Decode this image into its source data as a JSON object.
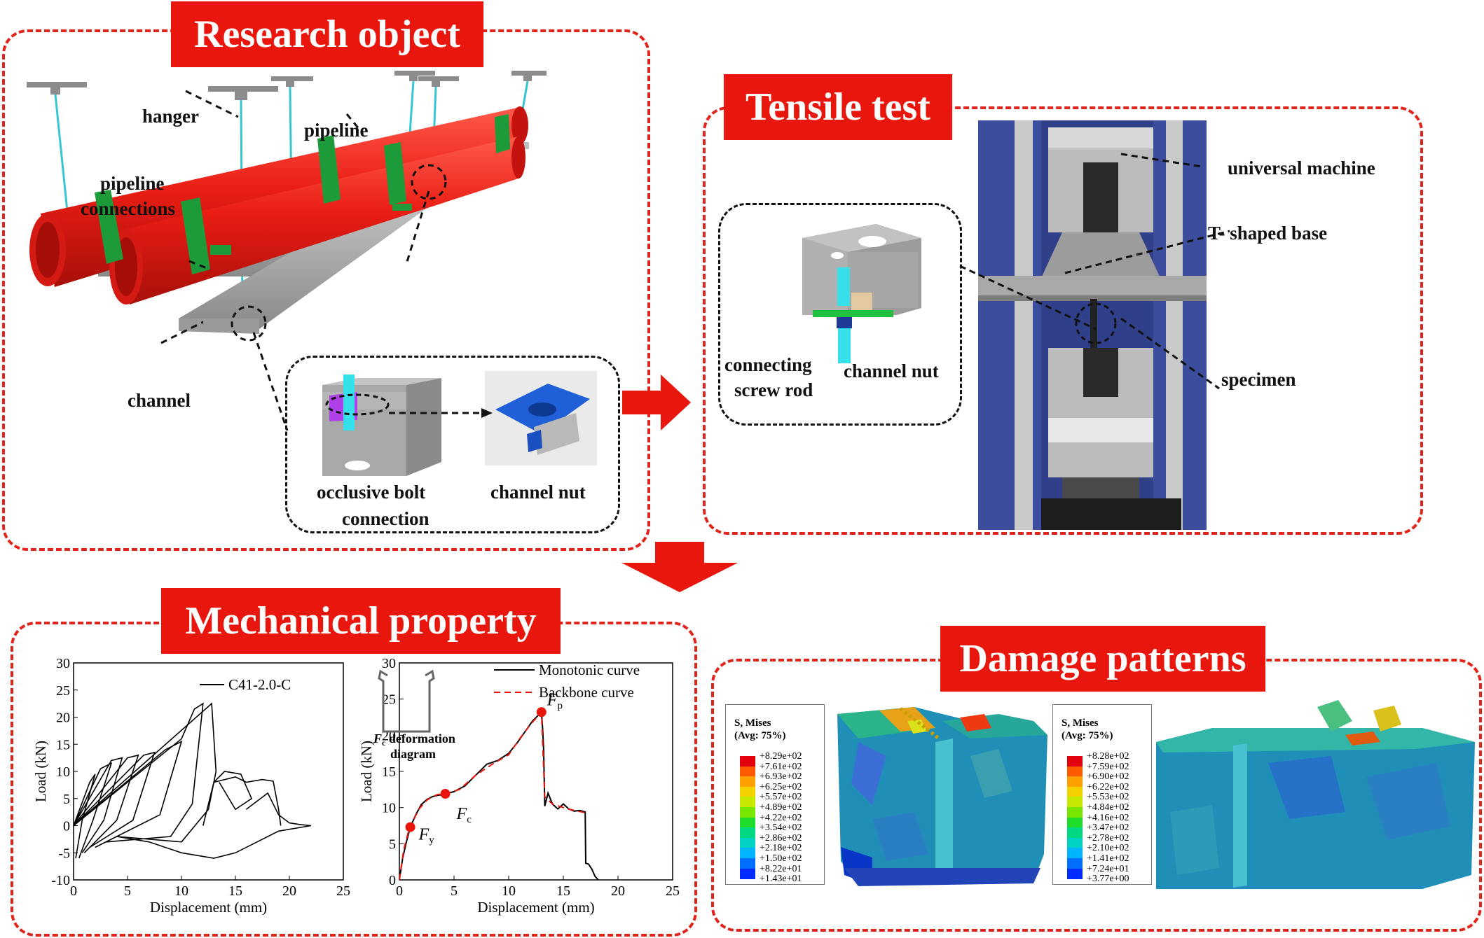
{
  "colors": {
    "accent": "#e8160c",
    "pipe": "#e8201c",
    "band": "#1d9a3a",
    "rod": "#35c6d2"
  },
  "panels": {
    "research": {
      "title": "Research object",
      "labels": {
        "hanger": "hanger",
        "pipeline": "pipeline",
        "pipeline_connections_1": "pipeline",
        "pipeline_connections_2": "connections",
        "channel": "channel",
        "occlusive_1": "occlusive bolt",
        "occlusive_2": "connection",
        "channel_nut": "channel nut"
      }
    },
    "tensile": {
      "title": "Tensile test",
      "labels": {
        "universal_machine": "universal  machine",
        "t_base": "T- shaped base",
        "specimen": "specimen",
        "connecting_1": "connecting",
        "connecting_2": "screw rod",
        "channel_nut": "channel nut"
      }
    },
    "mechanical": {
      "title": "Mechanical property"
    },
    "damage": {
      "title": "Damage patterns",
      "legend_left": {
        "title1": "S, Mises",
        "title2": "(Avg: 75%)",
        "values": [
          "+8.29e+02",
          "+7.61e+02",
          "+6.93e+02",
          "+6.25e+02",
          "+5.57e+02",
          "+4.89e+02",
          "+4.22e+02",
          "+3.54e+02",
          "+2.86e+02",
          "+2.18e+02",
          "+1.50e+02",
          "+8.22e+01",
          "+1.43e+01"
        ]
      },
      "legend_right": {
        "title1": "S, Mises",
        "title2": "(Avg: 75%)",
        "values": [
          "+8.28e+02",
          "+7.59e+02",
          "+6.90e+02",
          "+6.22e+02",
          "+5.53e+02",
          "+4.84e+02",
          "+4.16e+02",
          "+3.47e+02",
          "+2.78e+02",
          "+2.10e+02",
          "+1.41e+02",
          "+7.24e+01",
          "+3.77e+00"
        ]
      },
      "scale_colors": [
        "#e1000b",
        "#ff5a00",
        "#ff9f00",
        "#f4d200",
        "#c7e800",
        "#78e600",
        "#1fdc2a",
        "#00d882",
        "#00d3c4",
        "#00b4ff",
        "#006eff",
        "#002bff",
        "#0000c8"
      ]
    }
  },
  "chart_data": [
    {
      "type": "line",
      "xlabel": "Displacement (mm)",
      "ylabel": "Load (kN)",
      "xlim": [
        0,
        25
      ],
      "ylim": [
        -10,
        30
      ],
      "xticks": [
        "0",
        "5",
        "10",
        "15",
        "20",
        "25"
      ],
      "yticks": [
        "-10",
        "-5",
        "0",
        "5",
        "10",
        "15",
        "20",
        "25",
        "30"
      ],
      "legend": "C41-2.0-C",
      "legend_placement": "top-right",
      "loops": [
        {
          "x": [
            0,
            1.5,
            2,
            0.8,
            0.2
          ],
          "y": [
            0,
            8,
            9.5,
            1,
            -6
          ]
        },
        {
          "x": [
            0,
            2.5,
            3.5,
            1.8,
            0.5
          ],
          "y": [
            0,
            10.5,
            11.5,
            1,
            -6
          ]
        },
        {
          "x": [
            0,
            3.5,
            4.5,
            2.8,
            0.8
          ],
          "y": [
            0,
            12,
            12.5,
            1,
            -5
          ]
        },
        {
          "x": [
            0,
            5,
            6,
            4,
            1
          ],
          "y": [
            0,
            12.5,
            13,
            1,
            -5
          ]
        },
        {
          "x": [
            0,
            6.5,
            7.5,
            5.5,
            1.5
          ],
          "y": [
            0,
            13,
            13.5,
            1,
            -4
          ]
        },
        {
          "x": [
            0,
            8.5,
            10,
            8,
            2
          ],
          "y": [
            0,
            14,
            15.5,
            2,
            -4
          ]
        },
        {
          "x": [
            0,
            10,
            11.2,
            12,
            11,
            9,
            3
          ],
          "y": [
            0,
            16,
            21.5,
            22.5,
            4,
            -2,
            -3
          ]
        },
        {
          "x": [
            0,
            12.8,
            13.2,
            12.5,
            10,
            4
          ],
          "y": [
            0,
            22.5,
            10,
            3,
            -3,
            -2
          ]
        },
        {
          "x": [
            4,
            7,
            10,
            13,
            15,
            17,
            19,
            22
          ],
          "y": [
            -2,
            -3,
            -5,
            -6,
            -5,
            -3,
            -1,
            0
          ]
        },
        {
          "x": [
            12,
            13,
            15,
            16,
            17.5,
            18.5,
            19,
            19.2
          ],
          "y": [
            0,
            8,
            9,
            8,
            8.5,
            8.2,
            3,
            0
          ]
        },
        {
          "x": [
            13,
            14,
            15.5,
            16.5,
            15,
            13.5
          ],
          "y": [
            8,
            10,
            9.5,
            5,
            3,
            8
          ]
        },
        {
          "x": [
            16,
            17,
            18,
            19,
            20,
            21,
            22
          ],
          "y": [
            3,
            4.5,
            6,
            2,
            0.5,
            0.2,
            0
          ]
        }
      ]
    },
    {
      "type": "line",
      "xlabel": "Displacement (mm)",
      "ylabel": "Load (kN)",
      "xlim": [
        0,
        25
      ],
      "ylim": [
        0,
        30
      ],
      "xticks": [
        "0",
        "5",
        "10",
        "15",
        "20",
        "25"
      ],
      "yticks": [
        "0",
        "5",
        "10",
        "15",
        "20",
        "25",
        "30"
      ],
      "legend_placement": "top-right",
      "series": [
        {
          "name": "Monotonic curve",
          "style": "solid",
          "x": [
            0,
            0.3,
            0.6,
            1,
            1.5,
            2,
            2.5,
            3,
            3.5,
            4,
            5,
            6,
            7,
            8,
            9,
            10,
            10.8,
            11.5,
            12.2,
            13,
            13.1,
            13.2,
            13.3,
            13.6,
            14,
            14.5,
            15,
            15.5,
            16,
            16.5,
            17,
            17.05,
            17.3,
            17.6,
            17.9,
            18.2
          ],
          "y": [
            0,
            3,
            5,
            7.3,
            9,
            10.4,
            11.1,
            11.5,
            11.7,
            11.8,
            12.2,
            13,
            14.5,
            16,
            16.5,
            17.5,
            19,
            20.5,
            22,
            23.2,
            21,
            18,
            10.2,
            12,
            10.5,
            9.8,
            10.5,
            9.8,
            9.5,
            9.6,
            9.4,
            2.3,
            2.2,
            1.5,
            0.5,
            0
          ]
        },
        {
          "name": "Backbone curve",
          "style": "dashed",
          "x": [
            0,
            0.4,
            0.8,
            1.2,
            1.8,
            2.5,
            3,
            3.5,
            4.2,
            5.5,
            7,
            8.5,
            10,
            11,
            12,
            13,
            13.3,
            14,
            15,
            16,
            17
          ],
          "y": [
            0,
            4.2,
            6.5,
            8,
            9.8,
            11,
            11.5,
            11.8,
            11.9,
            12.5,
            14.5,
            16,
            17.3,
            19.5,
            21.5,
            23.2,
            11.5,
            10.5,
            10,
            9.6,
            9.3
          ]
        }
      ],
      "points": [
        {
          "label": "F",
          "sub": "y",
          "x": 1,
          "y": 7.3
        },
        {
          "label": "F",
          "sub": "c",
          "x": 4.2,
          "y": 11.9
        },
        {
          "label": "F",
          "sub": "p",
          "x": 13,
          "y": 23.2
        }
      ],
      "inset_label_1": "deformation",
      "inset_label_2": "diagram",
      "inset_symbol": "F",
      "inset_sub": "c"
    }
  ]
}
